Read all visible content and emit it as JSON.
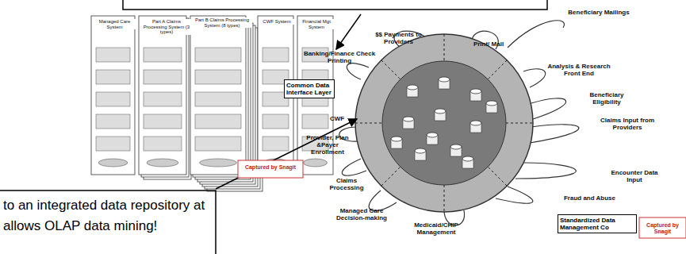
{
  "diagram": {
    "nodes": [
      {
        "text": [
          "Common Data Interface Layer"
        ]
      },
      {
        "text": [
          "Standardized Data Management Co"
        ]
      },
      {
        "text": [
          "to an integrated data repository at allows OLAP data mining!"
        ]
      }
    ],
    "labels": [
      "$$ Payments to Providers",
      "Print/ Mail",
      "Beneficiary Mailings",
      "Banking/Finance Check Printing",
      "Analysis & Research Front End",
      "CWF",
      "Beneficiary Eligibility",
      "Provider, Plan &Payer Enrollment",
      "Claims Input from Providers",
      "Claims Processing",
      "Encounter Data Input",
      "Fraud and Abuse",
      "Managed Care Decision-making",
      "Medicaid/CHIP Management",
      "Managed Care System",
      "Part A Claims Processing System (3 types)",
      "Part B Claims Processing System (8 types)",
      "CWF System",
      "Financial Mgt System",
      "Captured by Snagit",
      "Captured by Snagit"
    ]
  }
}
